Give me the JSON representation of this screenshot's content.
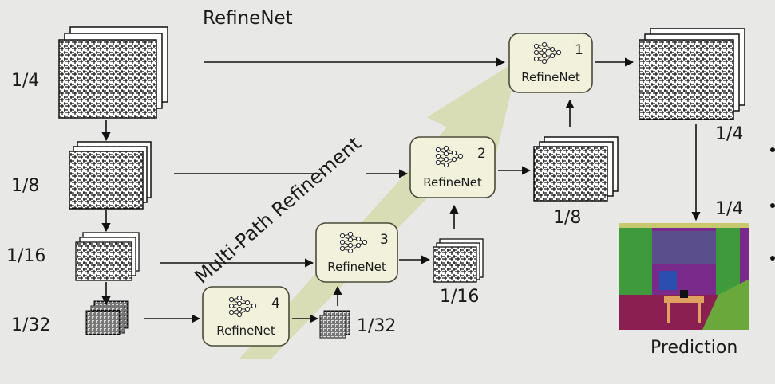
{
  "title": "RefineNet",
  "scales": {
    "left": [
      "1/4",
      "1/8",
      "1/16",
      "1/32"
    ],
    "out_1_16": "1/16",
    "out_1_32": "1/32",
    "out_1_8": "1/8",
    "out_1_4_top": "1/4",
    "out_1_4_bottom": "1/4"
  },
  "arrow_label": "Multi-Path Refinement",
  "blocks": [
    {
      "num": "1",
      "label": "RefineNet"
    },
    {
      "num": "2",
      "label": "RefineNet"
    },
    {
      "num": "3",
      "label": "RefineNet"
    },
    {
      "num": "4",
      "label": "RefineNet"
    }
  ],
  "prediction_label": "Prediction",
  "colors": {
    "block_fill": "#f2f2dc",
    "block_stroke": "#4a4a3a",
    "big_arrow": "#d7dbb0",
    "background": "#e8e8e6"
  }
}
